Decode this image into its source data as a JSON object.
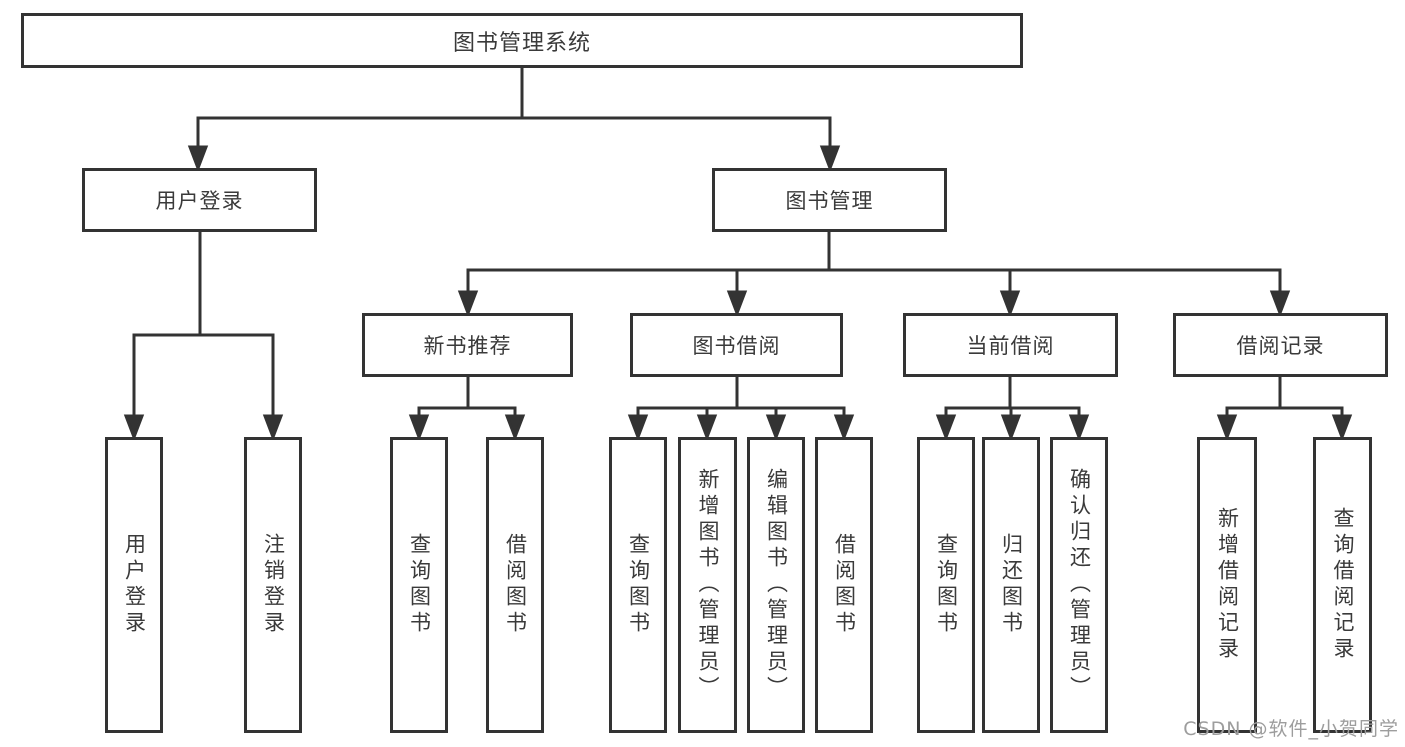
{
  "root": {
    "label": "图书管理系统"
  },
  "branches": {
    "user_login": {
      "label": "用户登录",
      "children": [
        "用户登录",
        "注销登录"
      ]
    },
    "book_mgmt": {
      "label": "图书管理",
      "children": {
        "new_books": {
          "label": "新书推荐",
          "children": [
            "查询图书",
            "借阅图书"
          ]
        },
        "book_borrow": {
          "label": "图书借阅",
          "children": [
            "查询图书",
            "新增图书（管理员）",
            "编辑图书（管理员）",
            "借阅图书"
          ]
        },
        "current_borrow": {
          "label": "当前借阅",
          "children": [
            "查询图书",
            "归还图书",
            "确认归还（管理员）"
          ]
        },
        "borrow_records": {
          "label": "借阅记录",
          "children": [
            "新增借阅记录",
            "查询借阅记录"
          ]
        }
      }
    }
  },
  "watermark": "CSDN @软件_小贺同学",
  "colors": {
    "line": "#333333",
    "box_border": "#333333",
    "box_fill": "#ffffff",
    "background": "#ffffff",
    "watermark": "#9d9d9d"
  }
}
